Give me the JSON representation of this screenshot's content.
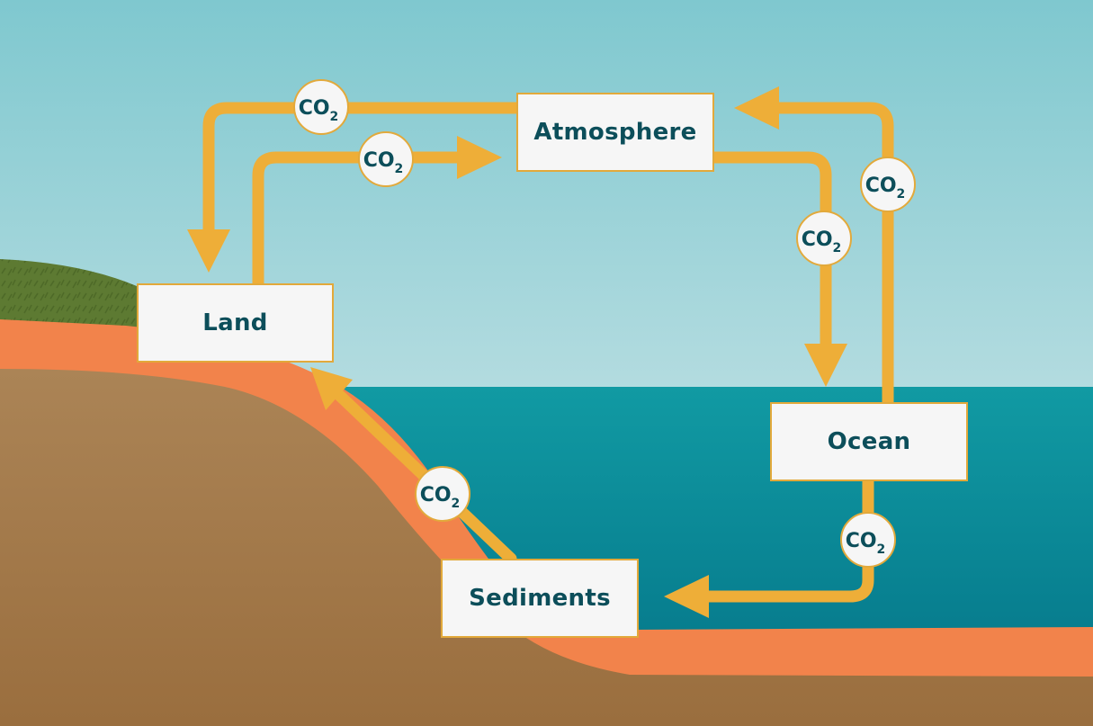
{
  "diagram": {
    "nodes": {
      "atmosphere": "Atmosphere",
      "land": "Land",
      "ocean": "Ocean",
      "sediments": "Sediments"
    },
    "flow_label": {
      "main": "CO",
      "sub": "2"
    },
    "flows": [
      {
        "from": "Atmosphere",
        "to": "Land"
      },
      {
        "from": "Land",
        "to": "Atmosphere"
      },
      {
        "from": "Atmosphere",
        "to": "Ocean"
      },
      {
        "from": "Ocean",
        "to": "Atmosphere"
      },
      {
        "from": "Ocean",
        "to": "Sediments"
      },
      {
        "from": "Sediments",
        "to": "Land"
      }
    ]
  },
  "colors": {
    "sky_top": "#7fc8cf",
    "sky_bottom": "#b4dce0",
    "ocean": "#0e8f9a",
    "land": "#a4784c",
    "soil_band": "#f2834b",
    "grass": "#5d7a32",
    "arrow": "#eeae38",
    "text": "#0c4e5a",
    "box": "#f6f6f6"
  }
}
